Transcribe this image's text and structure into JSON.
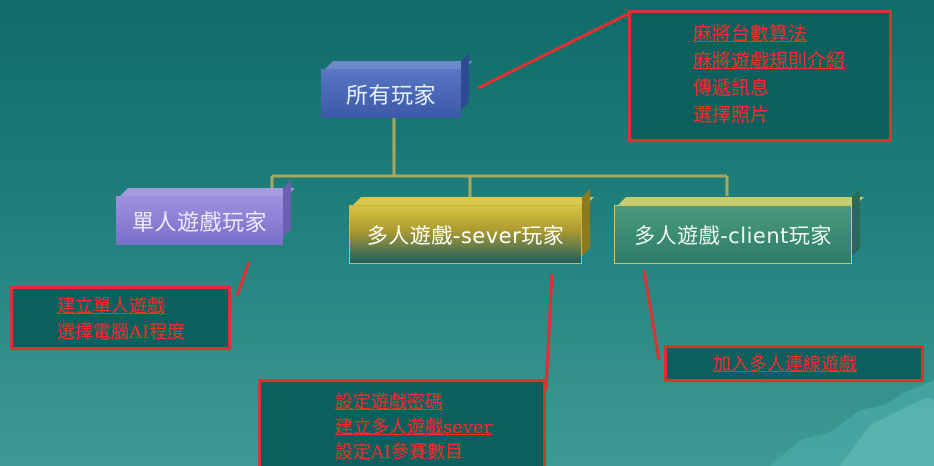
{
  "root": {
    "label": "所有玩家"
  },
  "children": [
    {
      "label": "單人遊戲玩家"
    },
    {
      "label": "多人遊戲-sever玩家"
    },
    {
      "label": "多人遊戲-client玩家"
    }
  ],
  "callouts": {
    "root_features": [
      "麻將台數算法",
      "麻將遊戲規則介紹",
      "傳遞訊息",
      "選擇照片"
    ],
    "single": [
      "建立單人遊戲",
      "選擇電腦AI程度"
    ],
    "server": [
      "設定遊戲密碼",
      "建立多人遊戲sever",
      "設定AI參賽數目"
    ],
    "client": [
      "加入多人連線遊戲"
    ]
  },
  "colors": {
    "callout_border": "#e03030",
    "callout_text": "#ff2a2a",
    "callout_fill": "#0b5f5c",
    "connector": "#a8a860"
  }
}
